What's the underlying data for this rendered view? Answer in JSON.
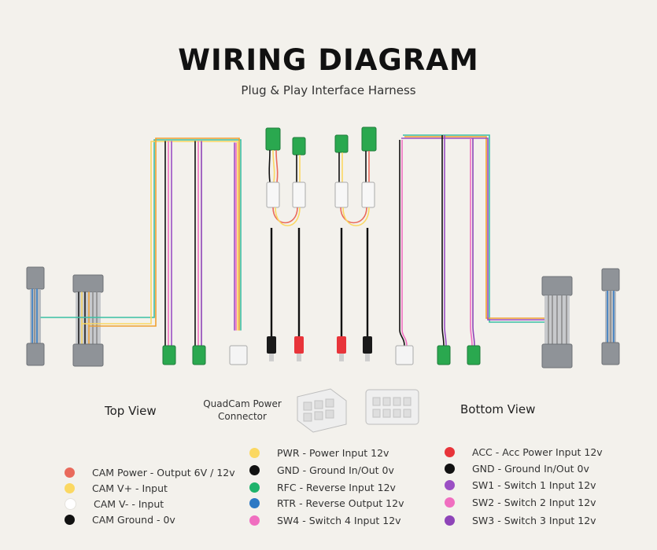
{
  "header": {
    "title": "WIRING DIAGRAM",
    "subtitle": "Plug & Play Interface Harness"
  },
  "labels": {
    "top_view": "Top View",
    "bottom_view": "Bottom View",
    "quadcam_line1": "QuadCam Power",
    "quadcam_line2": "Connector"
  },
  "legend": {
    "column1": [
      {
        "label": "CAM Power - Output 6V / 12v",
        "color": "#e96a5c"
      },
      {
        "label": "CAM V+ - Input",
        "color": "#fbd862"
      },
      {
        "label": "CAM V- - Input",
        "color": "#ffffff"
      },
      {
        "label": "CAM Ground - 0v",
        "color": "#111111"
      }
    ],
    "column2": [
      {
        "label": "PWR - Power Input 12v",
        "color": "#fbd862"
      },
      {
        "label": "GND - Ground In/Out 0v",
        "color": "#111111"
      },
      {
        "label": "RFC - Reverse Input 12v",
        "color": "#1fb36b"
      },
      {
        "label": "RTR - Reverse Output 12v",
        "color": "#2c78c4"
      },
      {
        "label": "SW4 - Switch 4 Input 12v",
        "color": "#f06ec0"
      }
    ],
    "column3": [
      {
        "label": "ACC - Acc Power Input 12v",
        "color": "#e8343a"
      },
      {
        "label": "GND - Ground In/Out 0v",
        "color": "#111111"
      },
      {
        "label": "SW1 - Switch 1 Input 12v",
        "color": "#9b4fc4"
      },
      {
        "label": "SW2 - Switch 2  Input 12v",
        "color": "#f06ec0"
      },
      {
        "label": "SW3 - Switch 3 Input 12v",
        "color": "#8e44b8"
      }
    ]
  }
}
